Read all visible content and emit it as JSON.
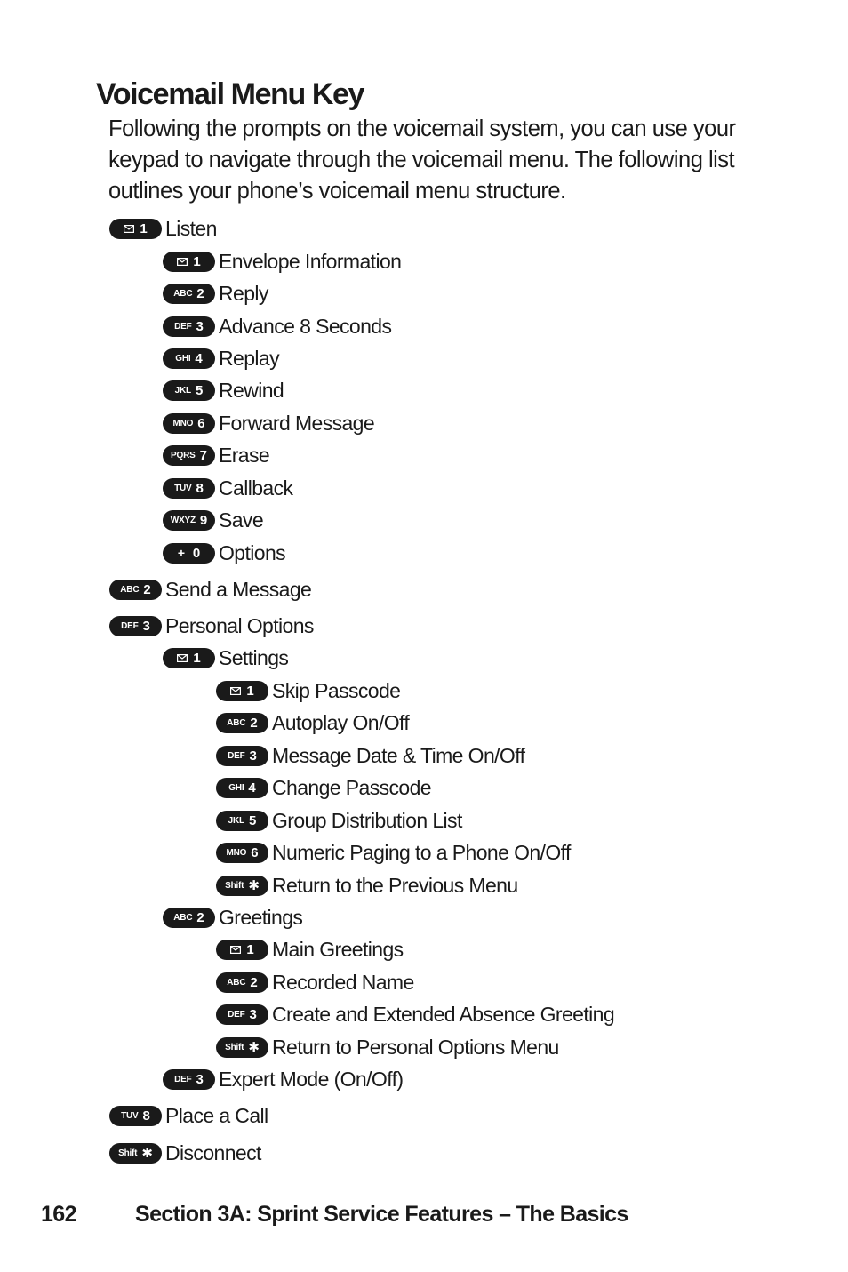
{
  "title": "Voicemail Menu Key",
  "intro": "Following the prompts on the voicemail system, you can use your keypad to navigate through the voicemail menu. The following list outlines your phone’s voicemail menu structure.",
  "menu": [
    {
      "key_letters": "",
      "key_icon": "envelope-icon",
      "key_digit": "1",
      "label": "Listen",
      "level": 0
    },
    {
      "key_letters": "",
      "key_icon": "envelope-icon",
      "key_digit": "1",
      "label": "Envelope Information",
      "level": 1
    },
    {
      "key_letters": "ABC",
      "key_icon": "",
      "key_digit": "2",
      "label": "Reply",
      "level": 1
    },
    {
      "key_letters": "DEF",
      "key_icon": "",
      "key_digit": "3",
      "label": "Advance 8 Seconds",
      "level": 1
    },
    {
      "key_letters": "GHI",
      "key_icon": "",
      "key_digit": "4",
      "label": "Replay",
      "level": 1
    },
    {
      "key_letters": "JKL",
      "key_icon": "",
      "key_digit": "5",
      "label": "Rewind",
      "level": 1
    },
    {
      "key_letters": "MNO",
      "key_icon": "",
      "key_digit": "6",
      "label": "Forward Message",
      "level": 1
    },
    {
      "key_letters": "PQRS",
      "key_icon": "",
      "key_digit": "7",
      "label": "Erase",
      "level": 1
    },
    {
      "key_letters": "TUV",
      "key_icon": "",
      "key_digit": "8",
      "label": "Callback",
      "level": 1
    },
    {
      "key_letters": "WXYZ",
      "key_icon": "",
      "key_digit": "9",
      "label": "Save",
      "level": 1
    },
    {
      "key_letters": "+",
      "key_icon": "",
      "key_digit": "0",
      "label": "Options",
      "level": 1
    },
    {
      "key_letters": "ABC",
      "key_icon": "",
      "key_digit": "2",
      "label": "Send a Message",
      "level": 0
    },
    {
      "key_letters": "DEF",
      "key_icon": "",
      "key_digit": "3",
      "label": "Personal Options",
      "level": 0
    },
    {
      "key_letters": "",
      "key_icon": "envelope-icon",
      "key_digit": "1",
      "label": "Settings",
      "level": 1
    },
    {
      "key_letters": "",
      "key_icon": "envelope-icon",
      "key_digit": "1",
      "label": "Skip Passcode",
      "level": 2
    },
    {
      "key_letters": "ABC",
      "key_icon": "",
      "key_digit": "2",
      "label": "Autoplay On/Off",
      "level": 2
    },
    {
      "key_letters": "DEF",
      "key_icon": "",
      "key_digit": "3",
      "label": "Message Date & Time On/Off",
      "level": 2
    },
    {
      "key_letters": "GHI",
      "key_icon": "",
      "key_digit": "4",
      "label": "Change Passcode",
      "level": 2
    },
    {
      "key_letters": "JKL",
      "key_icon": "",
      "key_digit": "5",
      "label": "Group Distribution List",
      "level": 2
    },
    {
      "key_letters": "MNO",
      "key_icon": "",
      "key_digit": "6",
      "label": "Numeric Paging to a Phone On/Off",
      "level": 2
    },
    {
      "key_letters": "Shift",
      "key_icon": "",
      "key_digit": "✱",
      "label": "Return to the Previous Menu",
      "level": 2
    },
    {
      "key_letters": "ABC",
      "key_icon": "",
      "key_digit": "2",
      "label": "Greetings",
      "level": 1
    },
    {
      "key_letters": "",
      "key_icon": "envelope-icon",
      "key_digit": "1",
      "label": "Main Greetings",
      "level": 2
    },
    {
      "key_letters": "ABC",
      "key_icon": "",
      "key_digit": "2",
      "label": "Recorded Name",
      "level": 2
    },
    {
      "key_letters": "DEF",
      "key_icon": "",
      "key_digit": "3",
      "label": "Create and Extended Absence Greeting",
      "level": 2
    },
    {
      "key_letters": "Shift",
      "key_icon": "",
      "key_digit": "✱",
      "label": "Return to Personal Options Menu",
      "level": 2
    },
    {
      "key_letters": "DEF",
      "key_icon": "",
      "key_digit": "3",
      "label": "Expert Mode (On/Off)",
      "level": 1
    },
    {
      "key_letters": "TUV",
      "key_icon": "",
      "key_digit": "8",
      "label": "Place a Call",
      "level": 0
    },
    {
      "key_letters": "Shift",
      "key_icon": "",
      "key_digit": "✱",
      "label": "Disconnect",
      "level": 0
    }
  ],
  "footer": {
    "page_number": "162",
    "section_title": "Section 3A: Sprint Service Features – The Basics"
  }
}
